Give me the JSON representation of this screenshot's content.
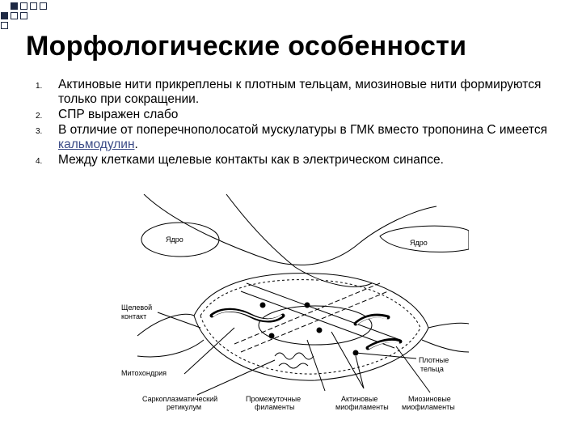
{
  "slide": {
    "title": "Морфологические особенности",
    "points": [
      {
        "number": "1.",
        "text": "Актиновые нити прикреплены к плотным тельцам, миозиновые нити формируются только при сокращении."
      },
      {
        "number": "2.",
        "text": "СПР выражен слабо"
      },
      {
        "number": "3.",
        "before": "В отличие от поперечнополосатой мускулатуры в ГМК вместо тропонина С имеется ",
        "link": "кальмодулин",
        "after": "."
      },
      {
        "number": "4.",
        "text": "Между клетками щелевые контакты как в электрическом синапсе."
      }
    ]
  },
  "diagram": {
    "labels": {
      "nucleus_left": "Ядро",
      "nucleus_right": "Ядро",
      "gap_junction_1": "Щелевой",
      "gap_junction_2": "контакт",
      "mitochondria": "Митохондрия",
      "sr_1": "Саркоплазматический",
      "sr_2": "ретикулум",
      "intermediate_1": "Промежуточные",
      "intermediate_2": "филаменты",
      "actin_1": "Актиновые",
      "actin_2": "миофиламенты",
      "myosin_1": "Миозиновые",
      "myosin_2": "миофиламенты",
      "dense_1": "Плотные",
      "dense_2": "тельца"
    }
  },
  "colors": {
    "accent": "#1f2a44",
    "link": "#3a4a86"
  }
}
